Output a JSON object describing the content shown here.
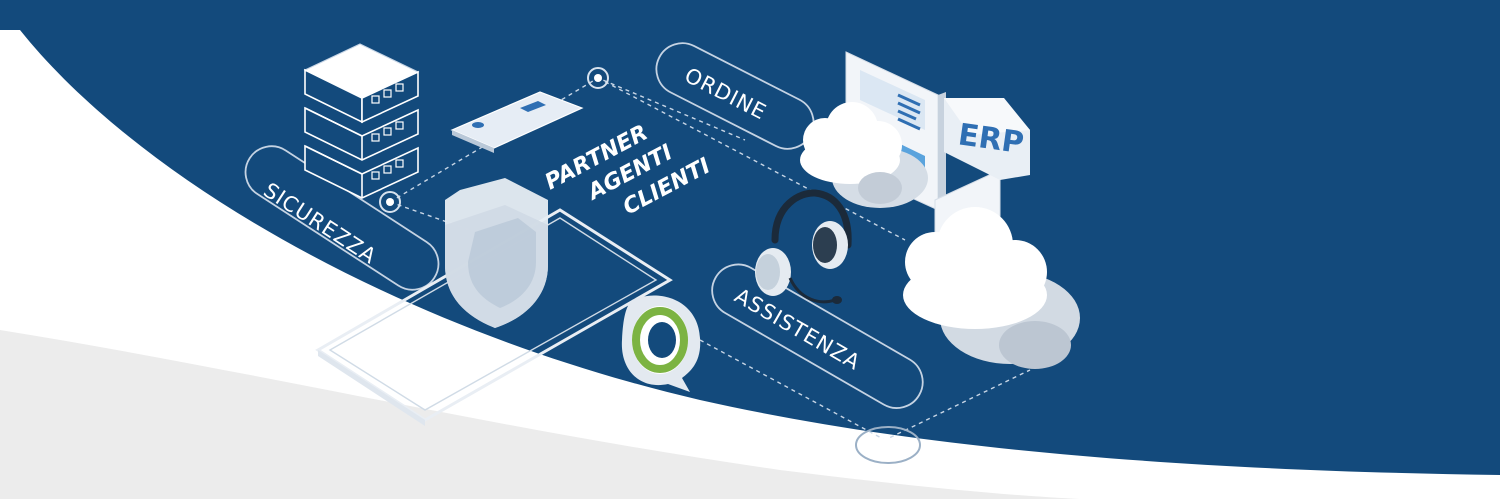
{
  "colors": {
    "background_blue": "#134a7c",
    "swoosh_white": "#ffffff",
    "swoosh_grey": "#ececec",
    "accent_green": "#7cb342",
    "accent_blue": "#2f6fb3"
  },
  "labels": {
    "sicurezza": "SICUREZZA",
    "ordine": "ORDINE",
    "assistenza": "ASSISTENZA",
    "partner": "PARTNER",
    "agenti": "AGENTI",
    "clienti": "CLIENTI",
    "erp": "ERP"
  },
  "icons": [
    "server-stack-icon",
    "credit-card-icon",
    "shield-icon",
    "smartphone-icon",
    "chat-bubble-icon",
    "headset-icon",
    "cloud-icon",
    "erp-document-icon"
  ]
}
